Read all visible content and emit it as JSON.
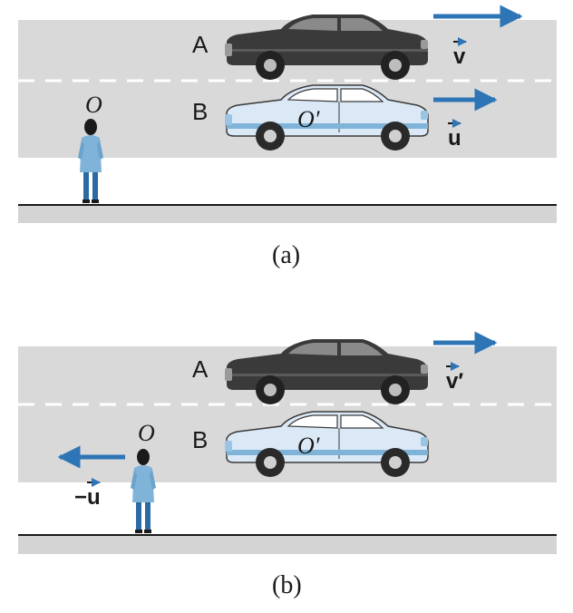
{
  "colors": {
    "road": "#d9d9d9",
    "lane_mark": "#ffffff",
    "curb": "#d4d4d4",
    "arrow": "#2e75b6",
    "car_a": "#3a3a3a",
    "car_b": "#cfe2f3",
    "person": "#7fb3d8"
  },
  "panels": [
    {
      "caption": "(a)",
      "car_a_label": "A",
      "car_b_label": "B",
      "observer_label": "O",
      "moving_frame_label": "O′",
      "vector_car_a": "v",
      "vector_car_b": "u"
    },
    {
      "caption": "(b)",
      "car_a_label": "A",
      "car_b_label": "B",
      "observer_label": "O",
      "moving_frame_label": "O′",
      "vector_car_a": "v′",
      "vector_observer": "−u"
    }
  ]
}
